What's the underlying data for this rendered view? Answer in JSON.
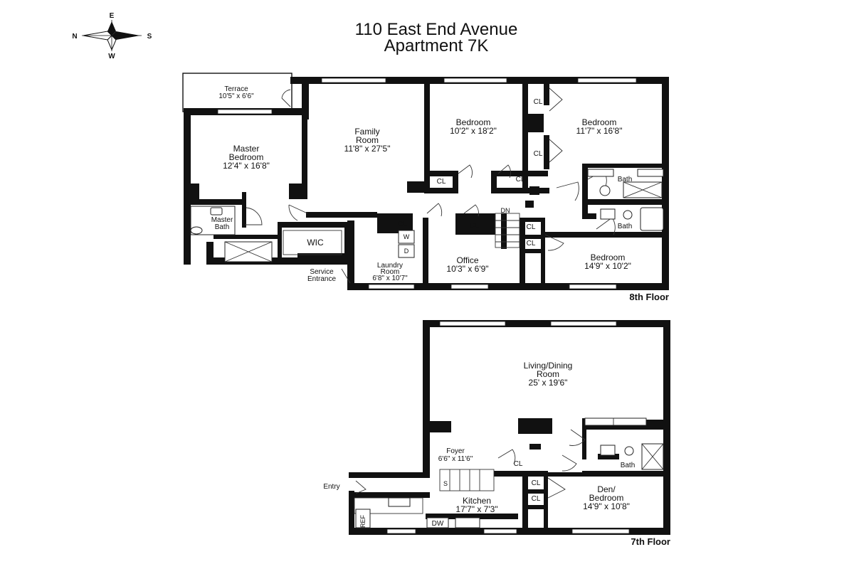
{
  "title": {
    "line1": "110 East End Avenue",
    "line2": "Apartment 7K"
  },
  "compass": {
    "north": "N",
    "east": "E",
    "south": "S",
    "west": "W"
  },
  "floor8": {
    "label": "8th Floor",
    "terrace": {
      "name": "Terrace",
      "size": "10'5\" x 6'6\""
    },
    "master_bedroom": {
      "name1": "Master",
      "name2": "Bedroom",
      "size": "12'4\" x 16'8\""
    },
    "family_room": {
      "name1": "Family",
      "name2": "Room",
      "size": "11'8\" x 27'5\""
    },
    "bedroom_a": {
      "name": "Bedroom",
      "size": "10'2\" x 18'2\""
    },
    "bedroom_b": {
      "name": "Bedroom",
      "size": "11'7\" x 16'8\""
    },
    "bedroom_c": {
      "name": "Bedroom",
      "size": "14'9\" x 10'2\""
    },
    "master_bath": {
      "name1": "Master",
      "name2": "Bath"
    },
    "wic": "WIC",
    "service_entrance": {
      "line1": "Service",
      "line2": "Entrance"
    },
    "laundry": {
      "name1": "Laundry",
      "name2": "Room",
      "size": "6'8\" x 10'7\""
    },
    "office": {
      "name": "Office",
      "size": "10'3\" x 6'9\""
    },
    "bath_upper": "Bath",
    "bath_lower": "Bath",
    "closet": "CL",
    "stair_down": "DN",
    "washer": "W",
    "dryer": "D"
  },
  "floor7": {
    "label": "7th Floor",
    "living": {
      "name1": "Living/Dining",
      "name2": "Room",
      "size": "25' x 19'6\""
    },
    "foyer": {
      "name": "Foyer",
      "size": "6'6\" x 11'6\""
    },
    "kitchen": {
      "name": "Kitchen",
      "size": "17'7\" x 7'3\""
    },
    "den": {
      "name1": "Den/",
      "name2": "Bedroom",
      "size": "14'9\" x 10'8\""
    },
    "bath": "Bath",
    "entry": "Entry",
    "closet": "CL",
    "ref": "REF",
    "dw": "DW",
    "stair_up": "S"
  }
}
